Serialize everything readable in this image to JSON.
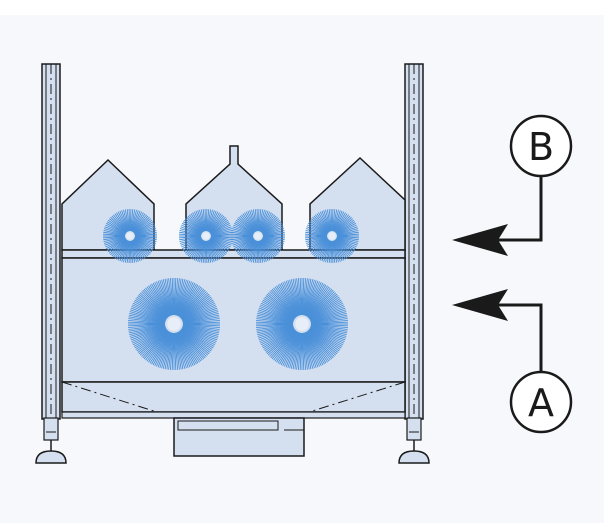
{
  "callouts": {
    "upper": {
      "letter": "B"
    },
    "lower": {
      "letter": "A"
    }
  },
  "colors": {
    "panel_fill": "#d4dff0",
    "outline": "#1a1a1a",
    "brush": "#4a90d9",
    "brush_hub": "#e8eef8",
    "background": "#ffffff"
  },
  "brushes": {
    "upper_count": 4,
    "lower_count": 2
  }
}
